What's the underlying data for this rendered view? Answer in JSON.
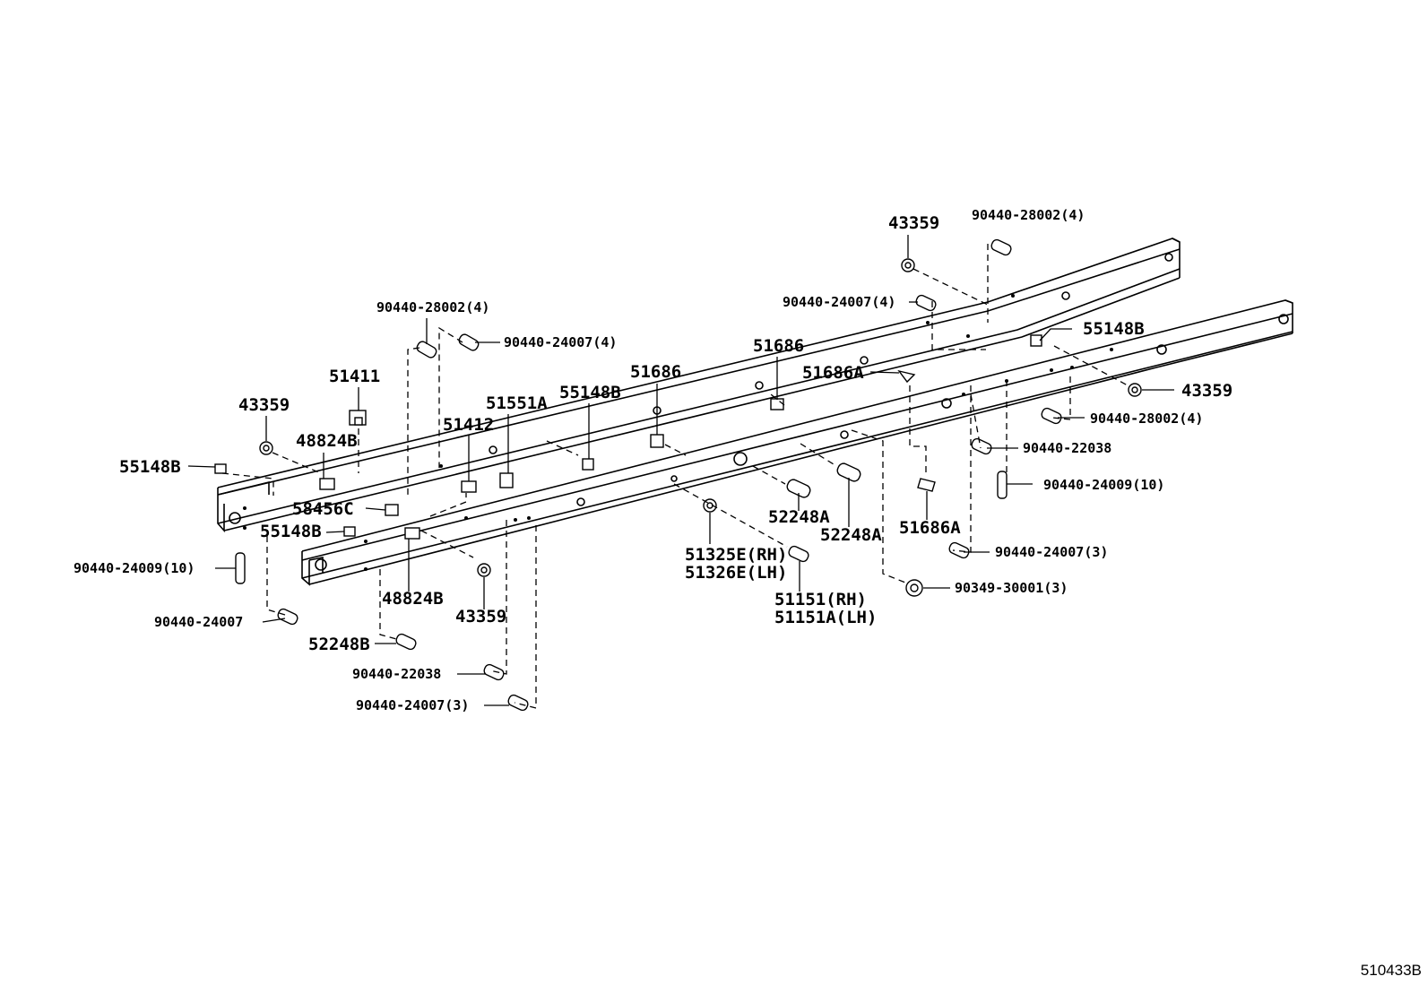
{
  "diagram_id": "510433B",
  "labels": {
    "l1": "90440-28002(4)",
    "l2": "43359",
    "l3": "90440-24007(4)",
    "l4": "55148B",
    "l5": "51686",
    "l6": "51686A",
    "l7": "43359",
    "l8": "90440-28002(4)",
    "l9": "90440-22038",
    "l10": "90440-24009(10)",
    "l11": "90440-28002(4)",
    "l12": "90440-24007(4)",
    "l13": "51411",
    "l14": "43359",
    "l15": "48824B",
    "l16": "55148B",
    "l17": "51412",
    "l18": "51551A",
    "l19": "55148B",
    "l20": "51686",
    "l21": "58456C",
    "l22": "55148B",
    "l23": "90440-24009(10)",
    "l24": "90440-24007",
    "l25": "48824B",
    "l26": "43359",
    "l27": "52248B",
    "l28": "90440-22038",
    "l29": "90440-24007(3)",
    "l30": "52248A",
    "l31": "52248A",
    "l32": "51686A",
    "l33": "51325E(RH)",
    "l34": "51326E(LH)",
    "l35": "51151(RH)",
    "l36": "51151A(LH)",
    "l37": "90440-24007(3)",
    "l38": "90349-30001(3)"
  }
}
